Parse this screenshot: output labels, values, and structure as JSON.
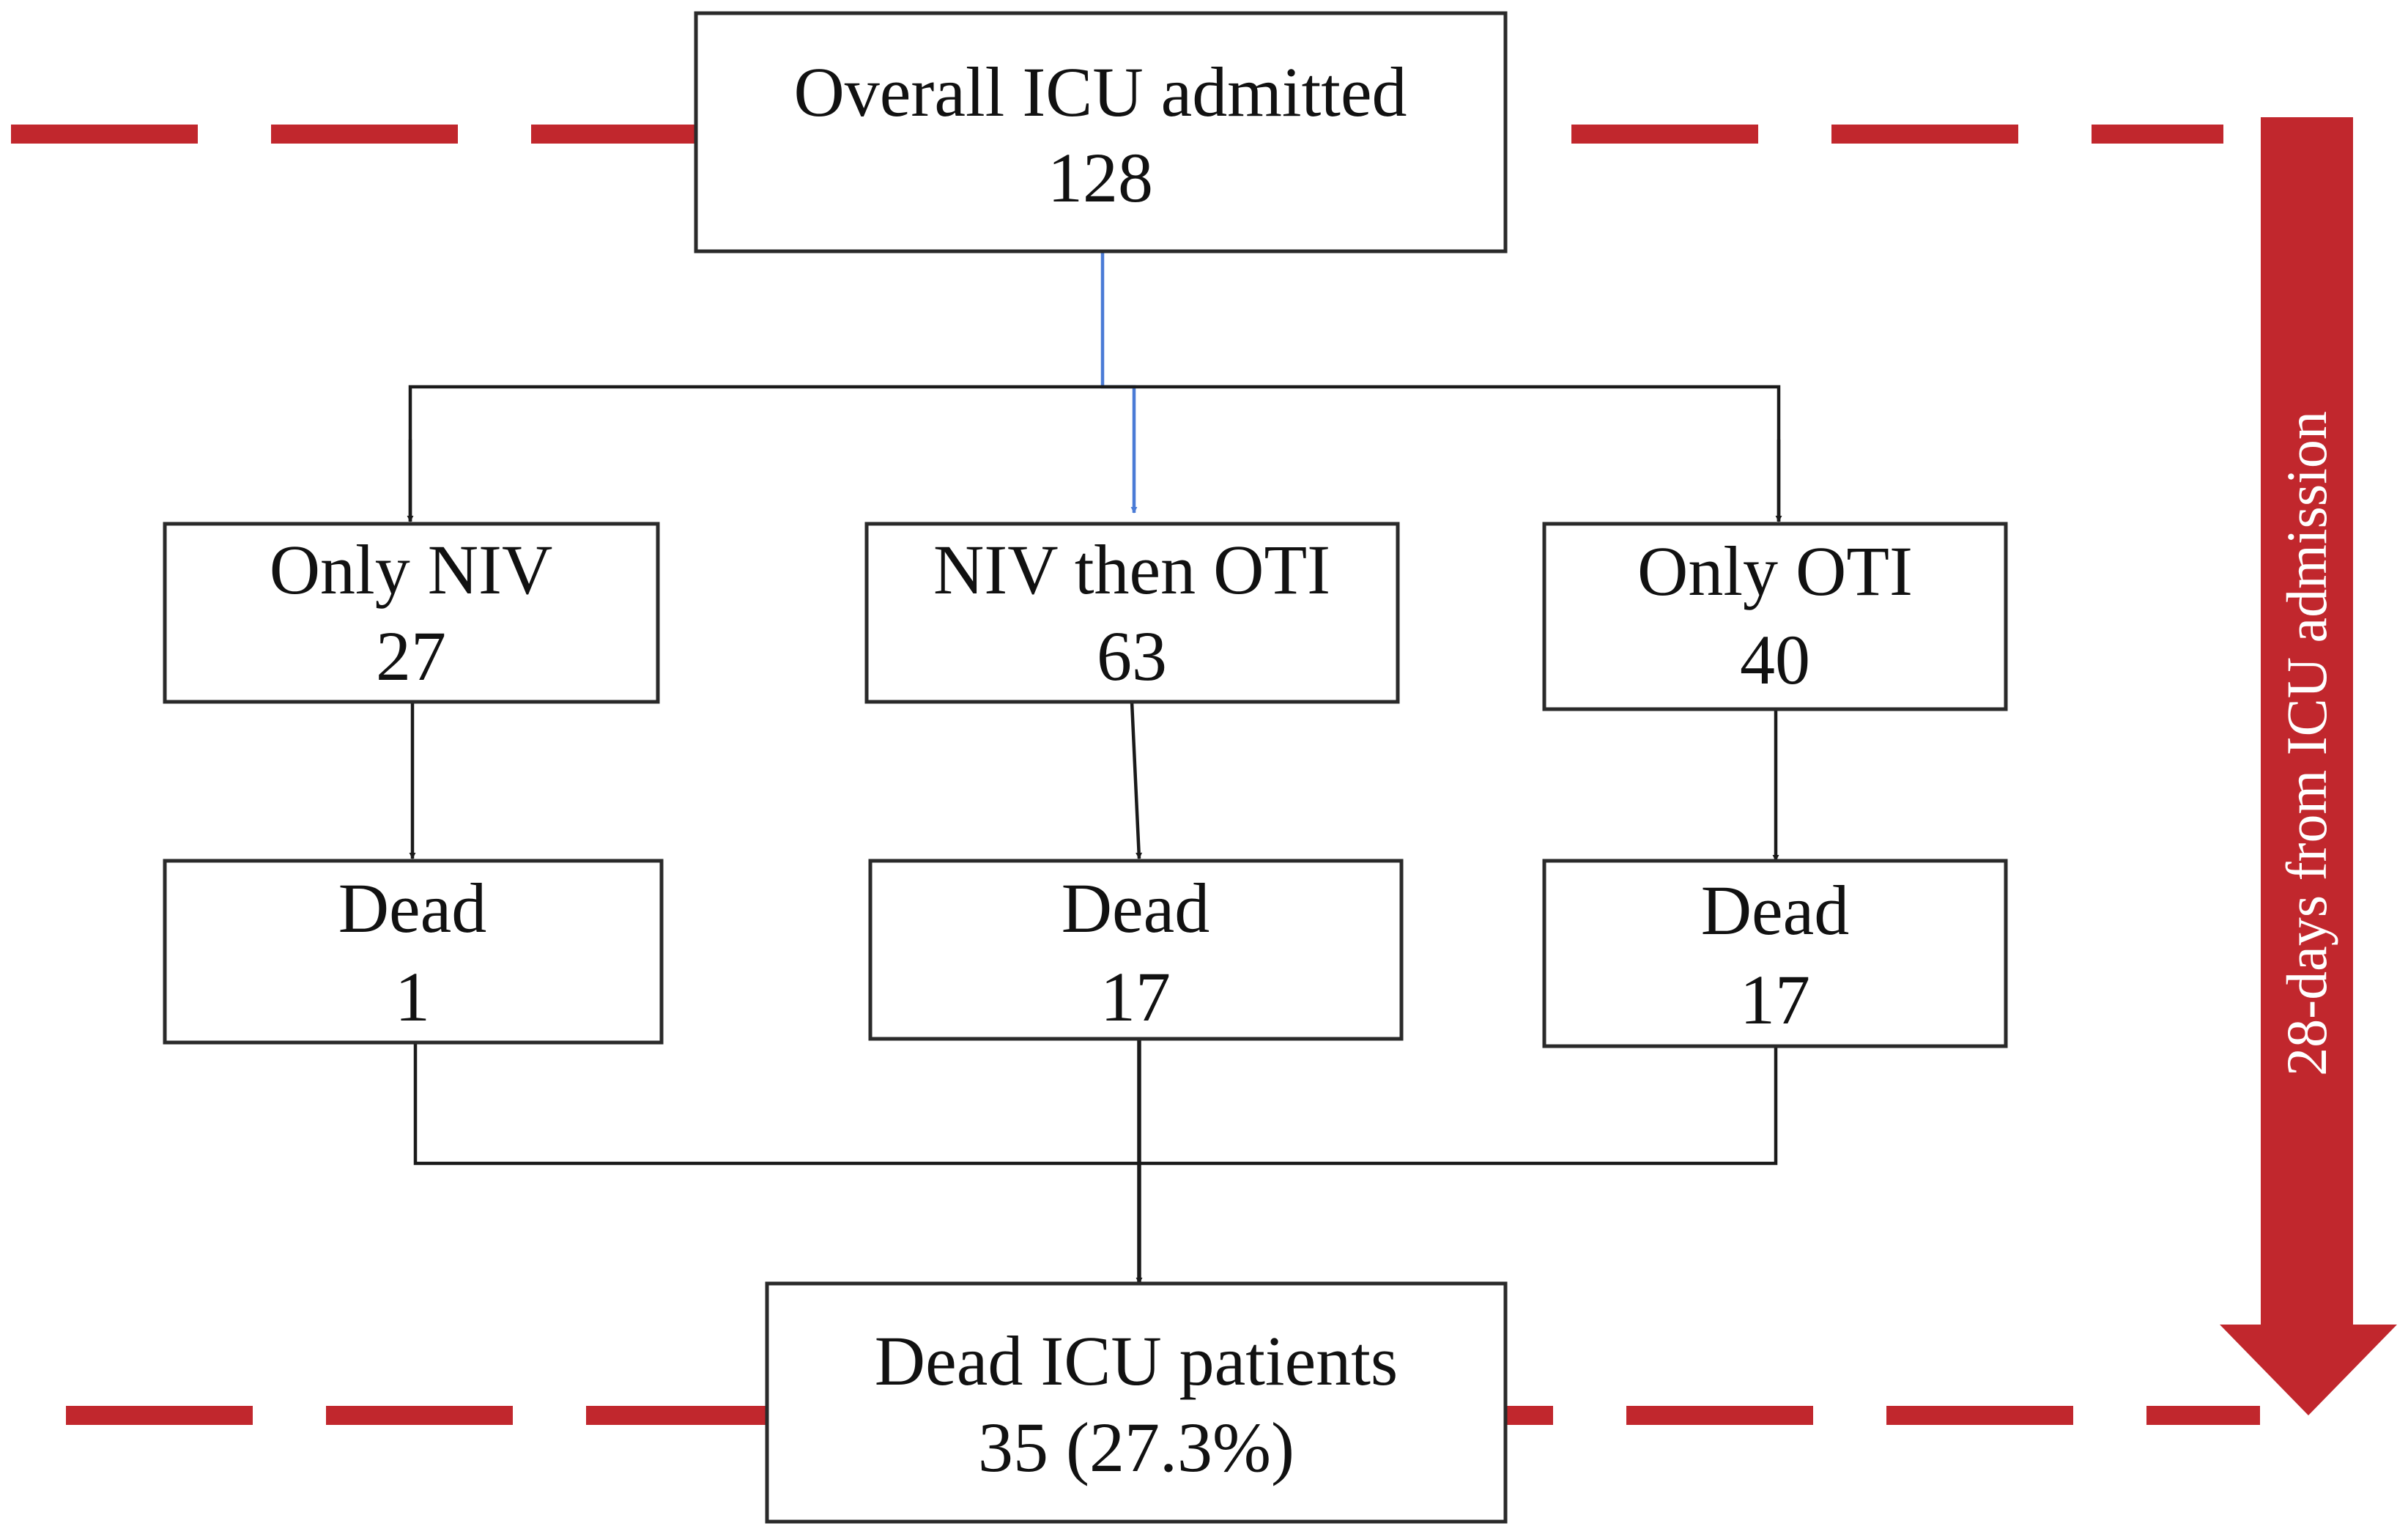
{
  "colors": {
    "timeline_red": "#c1272d",
    "connector_blue": "#4a7bd6",
    "connector_black": "#1a1a1a"
  },
  "nodes": {
    "overall": {
      "label": "Overall ICU admitted",
      "value": "128"
    },
    "only_niv": {
      "label": "Only NIV",
      "value": "27"
    },
    "niv_then_oti": {
      "label": "NIV then OTI",
      "value": "63"
    },
    "only_oti": {
      "label": "Only OTI",
      "value": "40"
    },
    "dead_only_niv": {
      "label": "Dead",
      "value": "1"
    },
    "dead_niv_then_oti": {
      "label": "Dead",
      "value": "17"
    },
    "dead_only_oti": {
      "label": "Dead",
      "value": "17"
    },
    "dead_total": {
      "label": "Dead ICU patients",
      "value": "35 (27.3%)"
    }
  },
  "timeline": {
    "label": "28-days from ICU admission"
  }
}
